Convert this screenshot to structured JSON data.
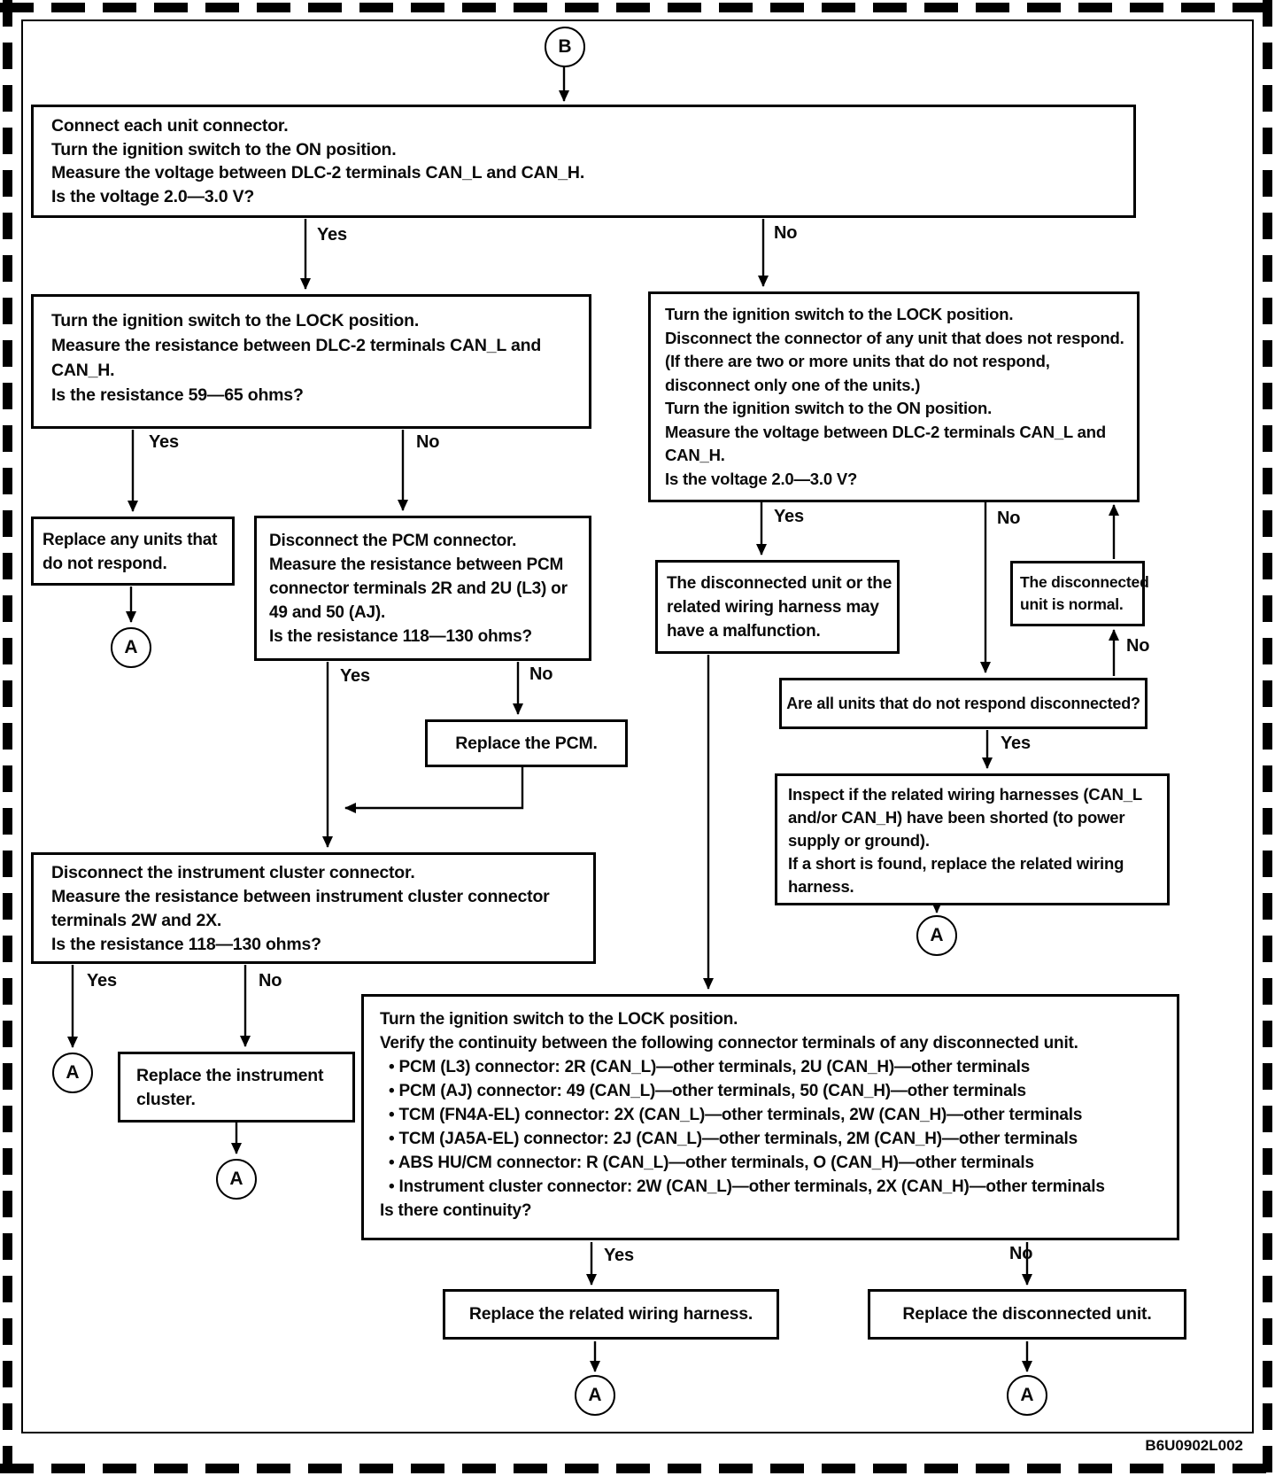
{
  "frame": {
    "doc_code": "B6U0902L002"
  },
  "connectors": {
    "b": "B",
    "a": "A"
  },
  "labels": {
    "yes": "Yes",
    "no": "No"
  },
  "nodes": {
    "start": {
      "lines": [
        "Connect each unit connector.",
        "Turn the ignition switch to the ON position.",
        "Measure the voltage between DLC-2 terminals CAN_L and CAN_H.",
        "Is the voltage 2.0—3.0 V?"
      ]
    },
    "check_resistance_dlc2": {
      "lines": [
        "Turn the ignition switch to the LOCK position.",
        "Measure the resistance between DLC-2 terminals CAN_L and",
        "CAN_H.",
        "Is the resistance 59—65 ohms?"
      ]
    },
    "disconnect_unit": {
      "lines": [
        "Turn the ignition switch to the LOCK position.",
        "Disconnect the connector of any unit that does not respond.",
        "(If there are two or more units that do not respond,",
        "disconnect only one of the units.)",
        "Turn the ignition switch to the ON position.",
        "Measure the voltage between DLC-2 terminals CAN_L and",
        "CAN_H.",
        "Is the voltage 2.0—3.0 V?"
      ]
    },
    "replace_units": {
      "lines": [
        "Replace any units that",
        "do not respond."
      ]
    },
    "check_pcm": {
      "lines": [
        "Disconnect the PCM connector.",
        "Measure the resistance between PCM",
        "connector terminals 2R and 2U (L3) or",
        "49 and 50 (AJ).",
        "Is the resistance 118—130 ohms?"
      ]
    },
    "replace_pcm": {
      "lines": [
        "Replace the PCM."
      ]
    },
    "check_cluster": {
      "lines": [
        "Disconnect the instrument cluster connector.",
        "Measure the resistance between instrument cluster connector",
        "terminals 2W and 2X.",
        "Is the resistance 118—130 ohms?"
      ]
    },
    "replace_cluster": {
      "lines": [
        "Replace the instrument",
        "cluster."
      ]
    },
    "unit_malfunction": {
      "lines": [
        "The disconnected unit or the",
        "related wiring harness may",
        "have a malfunction."
      ]
    },
    "unit_normal": {
      "lines": [
        "The disconnected",
        "unit is normal."
      ]
    },
    "all_disconnected": {
      "lines": [
        "Are all units that do not respond disconnected?"
      ]
    },
    "inspect_harness": {
      "lines": [
        "Inspect if the related wiring harnesses (CAN_L",
        "and/or CAN_H) have been shorted (to power",
        "supply or ground).",
        "If a short is found, replace the related wiring",
        "harness."
      ]
    },
    "verify_continuity": {
      "lines": [
        "Turn the ignition switch to the LOCK position.",
        "Verify the continuity between the following connector terminals of any disconnected unit.",
        "• PCM (L3) connector: 2R (CAN_L)—other terminals, 2U (CAN_H)—other terminals",
        "• PCM (AJ) connector: 49 (CAN_L)—other terminals, 50 (CAN_H)—other terminals",
        "• TCM (FN4A-EL) connector: 2X (CAN_L)—other terminals, 2W (CAN_H)—other terminals",
        "• TCM (JA5A-EL) connector: 2J (CAN_L)—other terminals, 2M (CAN_H)—other terminals",
        "• ABS HU/CM connector: R (CAN_L)—other terminals, O (CAN_H)—other terminals",
        "• Instrument cluster connector: 2W (CAN_L)—other terminals, 2X (CAN_H)—other terminals",
        "Is there continuity?"
      ]
    },
    "replace_harness": {
      "lines": [
        "Replace the related wiring harness."
      ]
    },
    "replace_disconnected_unit": {
      "lines": [
        "Replace the disconnected unit."
      ]
    }
  }
}
